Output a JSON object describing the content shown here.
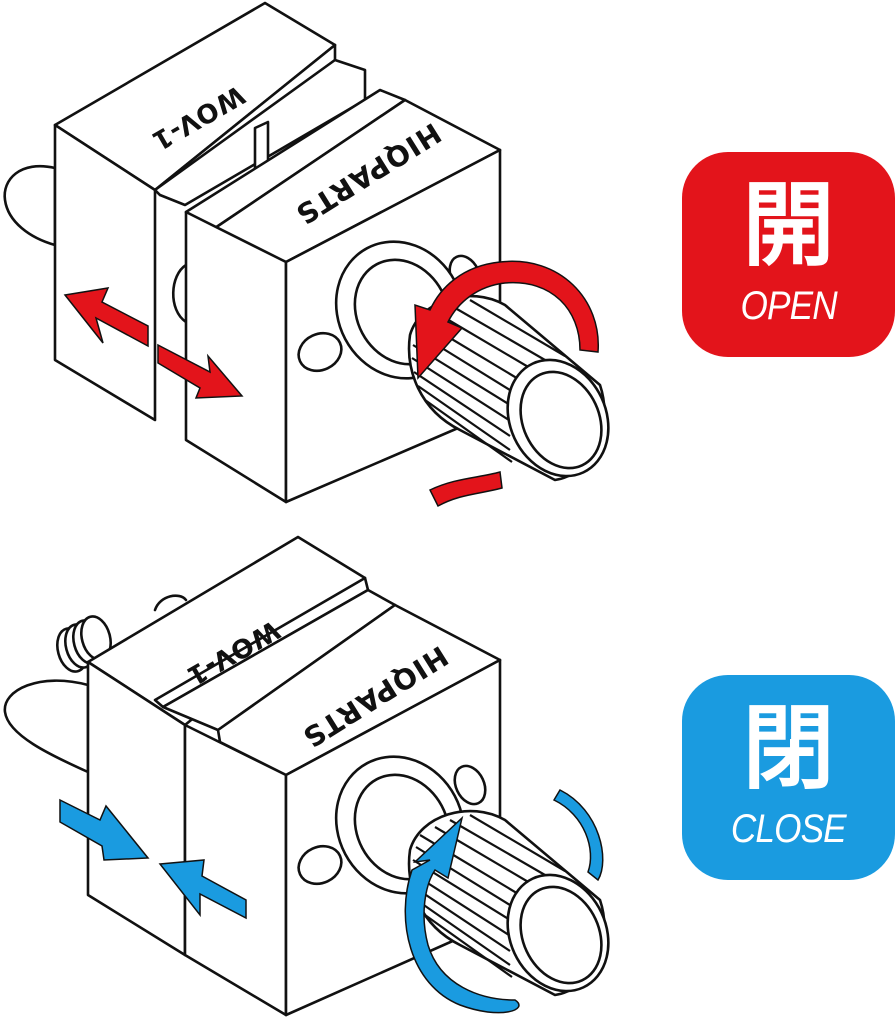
{
  "panels": [
    {
      "state": "open",
      "model_label": "WOV-1",
      "brand_label": "HIQPARTS",
      "badge": {
        "kanji": "開",
        "word": "OPEN",
        "color": "#e3141b"
      },
      "arrow_color": "#e3141b",
      "arrow_shade": "#9e0b10",
      "jaw_motion": "apart",
      "knob_rotation": "counterclockwise"
    },
    {
      "state": "close",
      "model_label": "WOV-1",
      "brand_label": "HIQPARTS",
      "badge": {
        "kanji": "閉",
        "word": "CLOSE",
        "color": "#1a9be0"
      },
      "arrow_color": "#1a9be0",
      "arrow_shade": "#0d4f8a",
      "jaw_motion": "together",
      "knob_rotation": "clockwise"
    }
  ]
}
